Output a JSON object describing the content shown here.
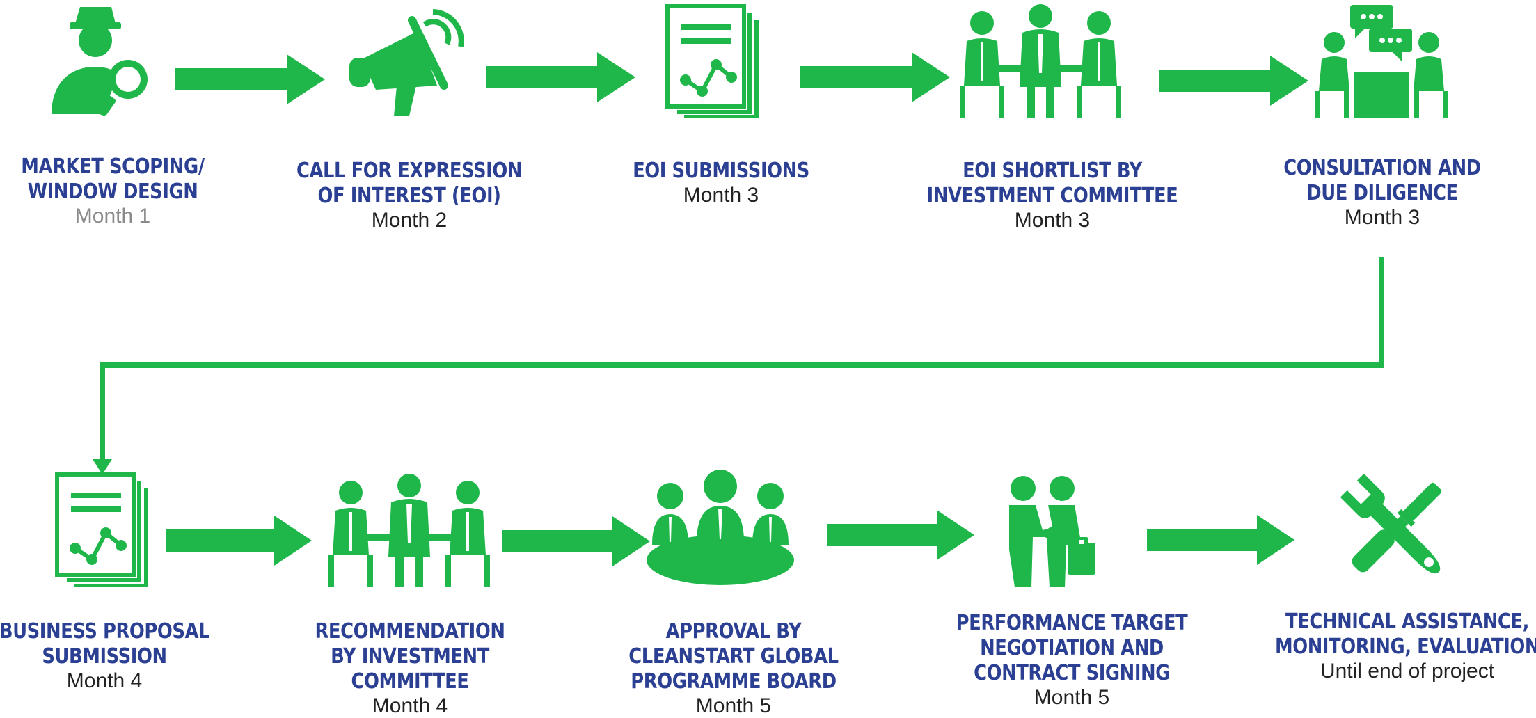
{
  "colors": {
    "green": "#1fb74a",
    "title": "#2b3f93",
    "month": "#222222",
    "month_first": "#8a8a8a"
  },
  "steps": [
    {
      "title1": "MARKET SCOPING/",
      "title2": "WINDOW DESIGN",
      "title3": "",
      "month": "Month 1",
      "icon": "detective-magnifier-icon"
    },
    {
      "title1": "CALL FOR EXPRESSION",
      "title2": "OF INTEREST (EOI)",
      "title3": "",
      "month": "Month 2",
      "icon": "megaphone-icon"
    },
    {
      "title1": "EOI SUBMISSIONS",
      "title2": "",
      "title3": "",
      "month": "Month 3",
      "icon": "document-chart-icon"
    },
    {
      "title1": "EOI SHORTLIST BY",
      "title2": "INVESTMENT COMMITTEE",
      "title3": "",
      "month": "Month 3",
      "icon": "committee-meeting-icon"
    },
    {
      "title1": "CONSULTATION AND",
      "title2": "DUE DILIGENCE",
      "title3": "",
      "month": "Month 3",
      "icon": "consultation-chat-icon"
    },
    {
      "title1": "BUSINESS PROPOSAL",
      "title2": "SUBMISSION",
      "title3": "",
      "month": "Month 4",
      "icon": "document-chart-icon"
    },
    {
      "title1": "RECOMMENDATION",
      "title2": "BY INVESTMENT",
      "title3": "COMMITTEE",
      "month": "Month 4",
      "icon": "committee-meeting-icon"
    },
    {
      "title1": "APPROVAL BY",
      "title2": "CLEANSTART GLOBAL",
      "title3": "PROGRAMME BOARD",
      "month": "Month 5",
      "icon": "board-table-icon"
    },
    {
      "title1": "PERFORMANCE TARGET",
      "title2": "NEGOTIATION AND",
      "title3": "CONTRACT SIGNING",
      "month": "Month 5",
      "icon": "handshake-icon"
    },
    {
      "title1": "TECHNICAL ASSISTANCE,",
      "title2": "MONITORING, EVALUATION",
      "title3": "",
      "month": "Until end of project",
      "icon": "wrench-screwdriver-icon"
    }
  ]
}
